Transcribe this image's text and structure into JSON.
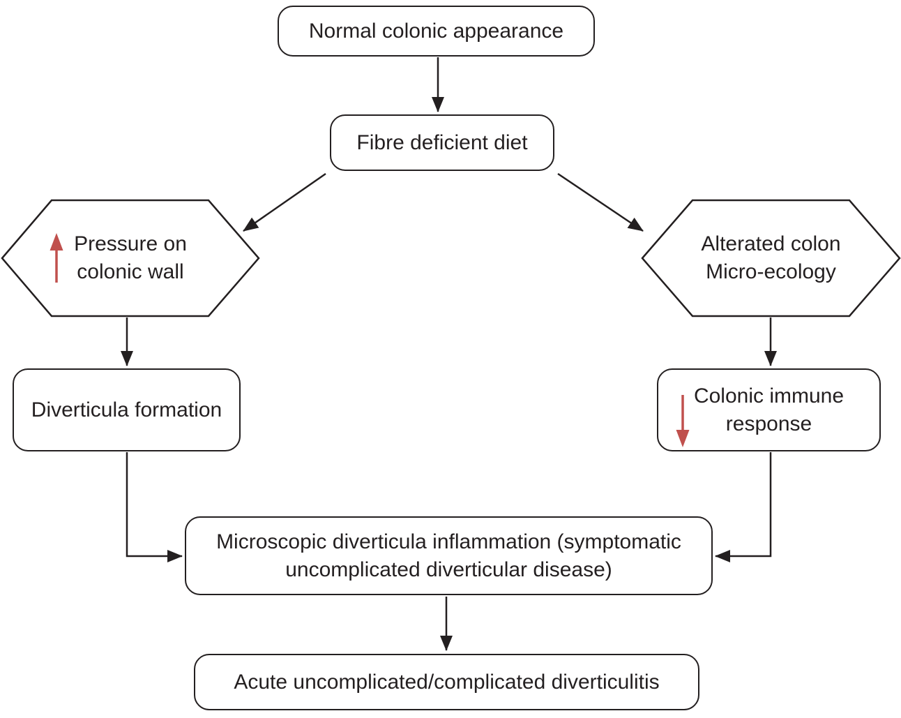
{
  "figure": {
    "background": "#ffffff",
    "line_color": "#231f20",
    "accent_red": "#c0504d"
  },
  "nodes": {
    "normal": {
      "label": "Normal colonic appearance"
    },
    "fibre": {
      "label": "Fibre deficient diet"
    },
    "pressure": {
      "label": "Pressure on\ncolonic wall",
      "icon": "increase-arrow"
    },
    "ecology": {
      "label": "Alterated colon\nMicro-ecology"
    },
    "diverticula": {
      "label": "Diverticula formation"
    },
    "immune": {
      "label": "Colonic immune\nresponse",
      "icon": "decrease-arrow"
    },
    "inflammation": {
      "label": "Microscopic diverticula inflammation (symptomatic\nuncomplicated diverticular disease)"
    },
    "acute": {
      "label": "Acute uncomplicated/complicated diverticulitis"
    }
  }
}
